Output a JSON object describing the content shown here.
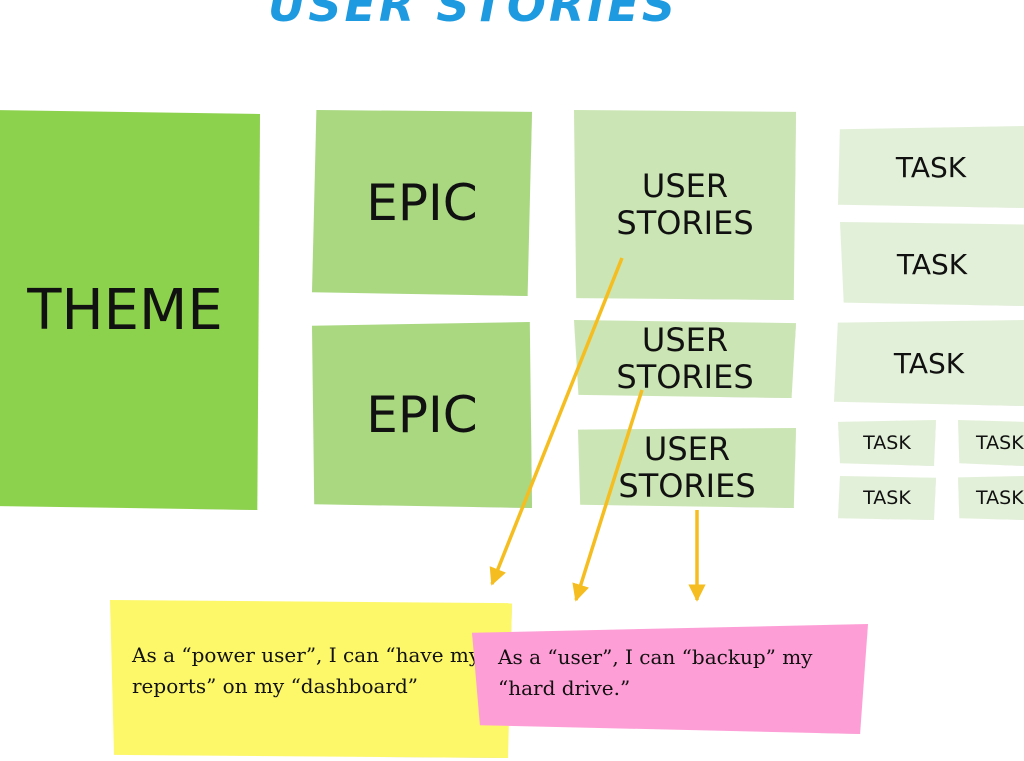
{
  "title": "USER STORIES",
  "theme": {
    "label": "THEME"
  },
  "epics": [
    {
      "label": "EPIC"
    },
    {
      "label": "EPIC"
    }
  ],
  "user_stories": [
    {
      "line1": "USER",
      "line2": "STORIES"
    },
    {
      "line1": "USER",
      "line2": "STORIES"
    },
    {
      "line1": "USER",
      "line2": "STORIES"
    }
  ],
  "tasks": {
    "large": [
      "TASK",
      "TASK",
      "TASK"
    ],
    "small": [
      "TASK",
      "TASK",
      "TASK",
      "TASK"
    ]
  },
  "story_cards": {
    "yellow": "As a “power user”, I can “have my reports” on my “dashboard”",
    "pink": "As a “user”, I can “backup” my “hard drive.”"
  },
  "colors": {
    "title": "#1e9be0",
    "theme": "#8dd24d",
    "epic": "#a9d881",
    "user_story": "#cbe6b4",
    "task": "#e3f0d9",
    "yellow_note": "#fdf86a",
    "pink_note": "#fe9ed6",
    "arrow": "#f5bd1f"
  }
}
